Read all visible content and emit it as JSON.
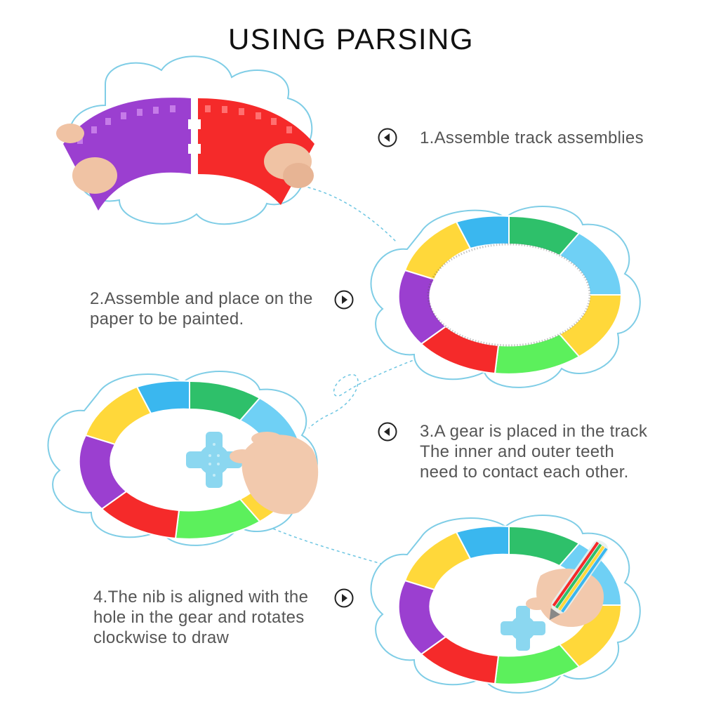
{
  "title": "USING PARSING",
  "steps": [
    {
      "lines": [
        "1.Assemble track assemblies"
      ],
      "arrow": "left"
    },
    {
      "lines": [
        "2.Assemble and place on the",
        "paper to be painted."
      ],
      "arrow": "right"
    },
    {
      "lines": [
        "3.A gear is placed in the track",
        "The inner and outer teeth",
        "need to contact each other."
      ],
      "arrow": "left"
    },
    {
      "lines": [
        "4.The nib is aligned with the",
        "hole in the gear and rotates",
        "clockwise to draw"
      ],
      "arrow": "right"
    }
  ],
  "icons": [
    "arrow-left-circle-icon",
    "arrow-right-circle-icon"
  ],
  "colors": {
    "cloud_outline": "#7fcde6",
    "purple": "#9b3fd0",
    "red": "#f52a2a",
    "yellow": "#ffd83a",
    "blue": "#3ab7ef",
    "green": "#2ec06a",
    "lime": "#5cf05c",
    "light_blue": "#6fd0f5",
    "gear": "#7fd3ef",
    "skin": "#f2c9ad"
  }
}
